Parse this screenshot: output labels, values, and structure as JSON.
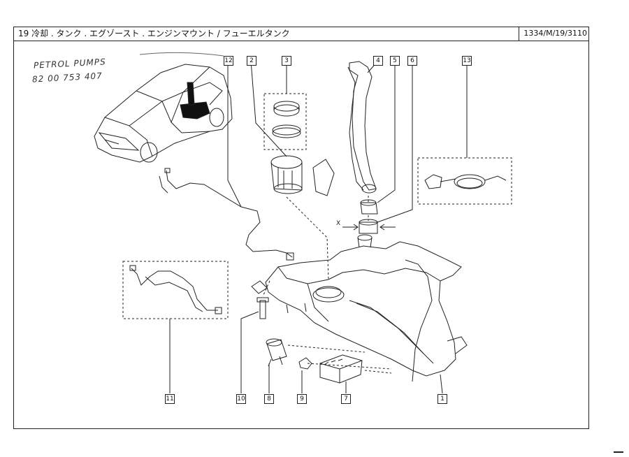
{
  "header": {
    "title": "19 冷却 . タンク . エグゾースト . エンジンマウント / フューエルタンク",
    "reference": "1334/M/19/3110"
  },
  "handwritten_note": {
    "line1": "PETROL PUMPS",
    "line2": "82 00 753 407"
  },
  "dimension_label": "X",
  "callouts": {
    "c1": "1",
    "c2": "2",
    "c3": "3",
    "c4": "4",
    "c5": "5",
    "c6": "6",
    "c7": "7",
    "c8": "8",
    "c9": "9",
    "c10": "10",
    "c11": "11",
    "c12": "12",
    "c13": "13"
  }
}
